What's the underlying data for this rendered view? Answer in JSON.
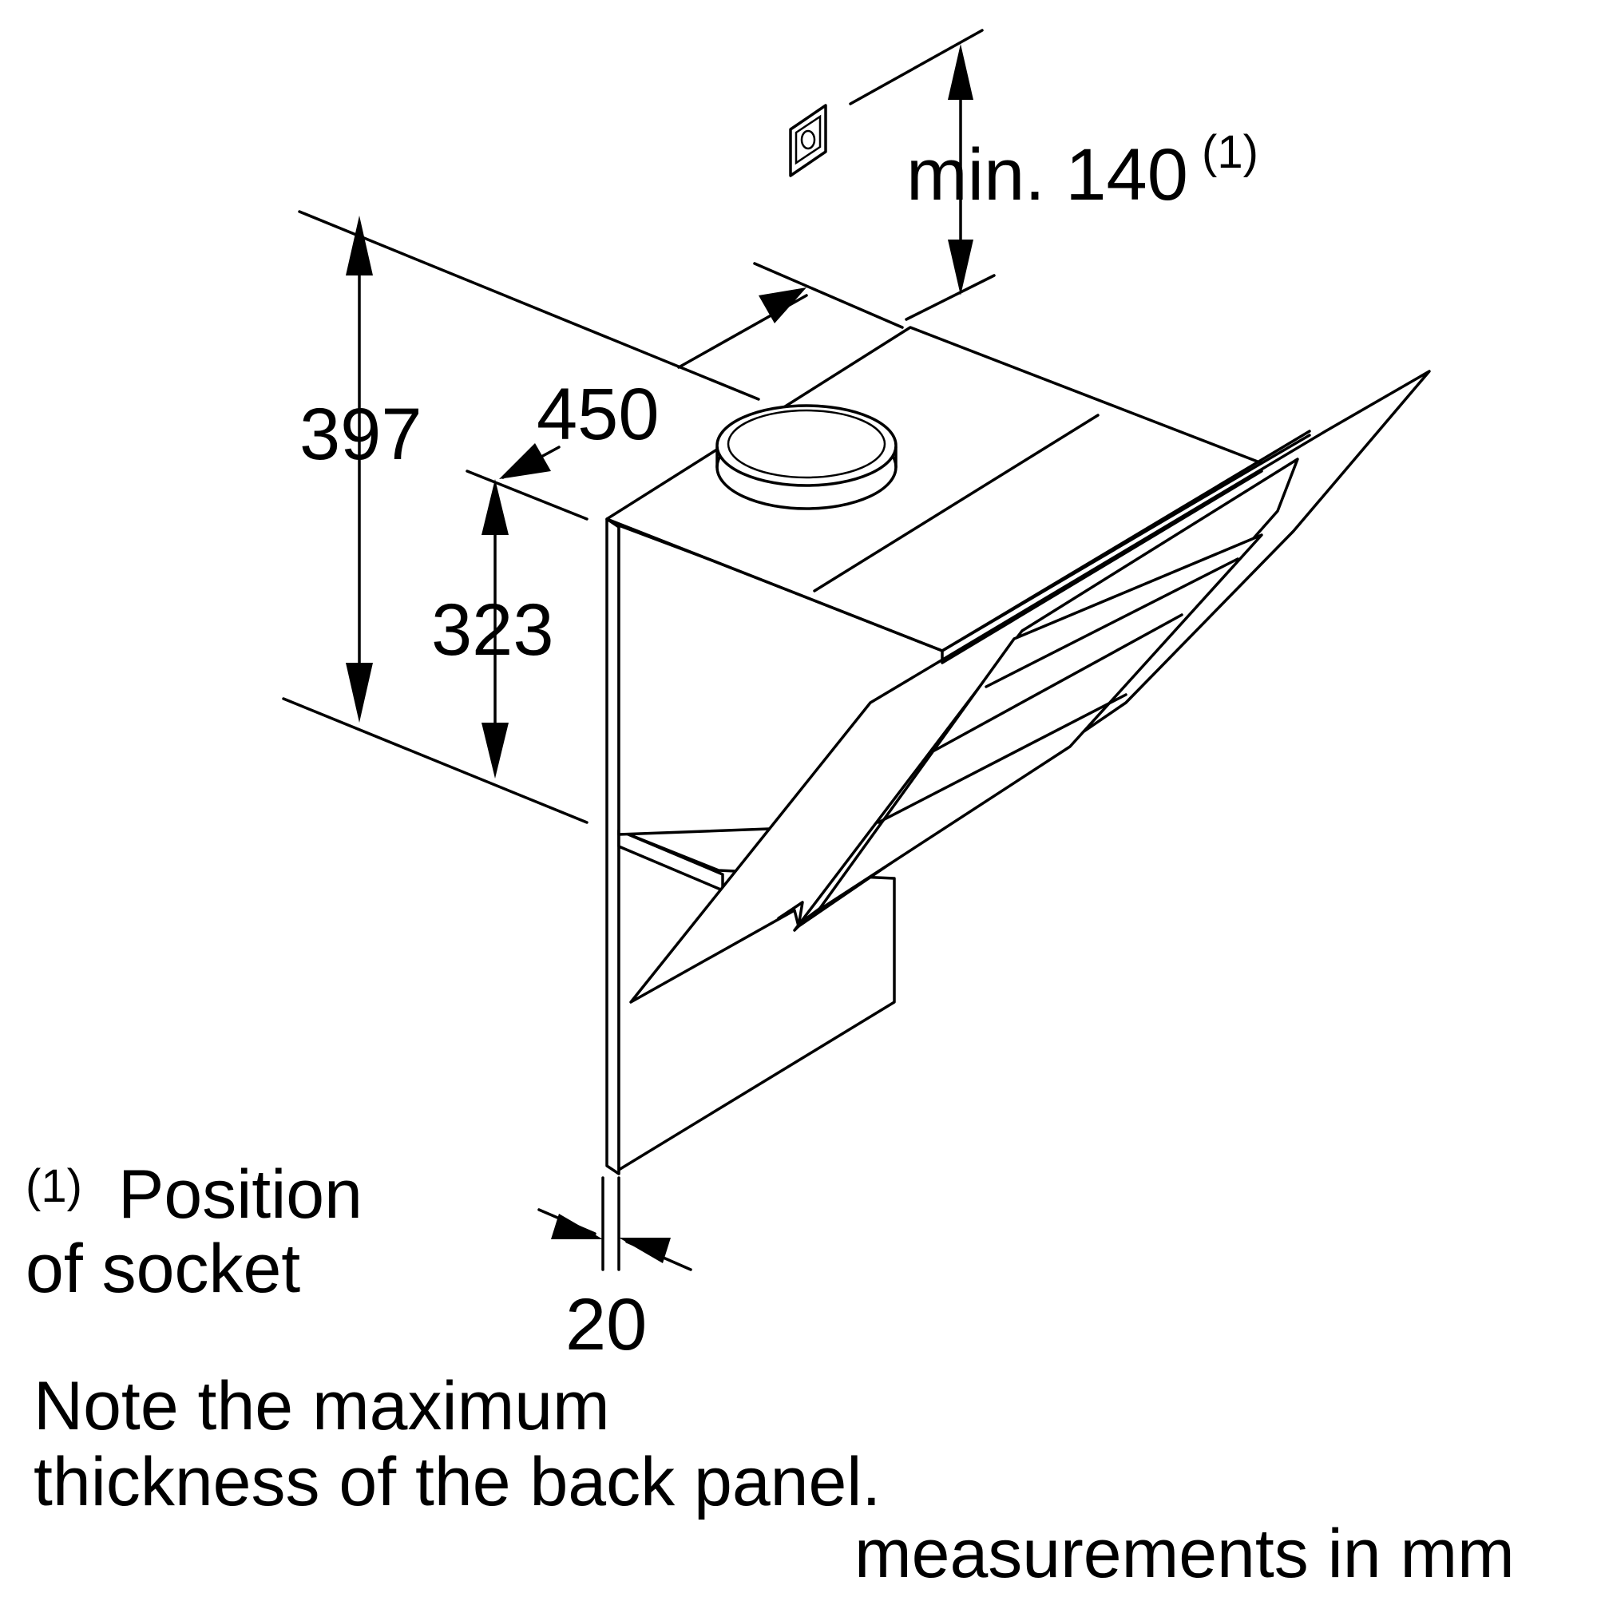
{
  "dimensions": {
    "socket_min_height": "min. 140",
    "socket_footnote_ref": "(1)",
    "total_height": "397",
    "depth": "450",
    "body_height": "323",
    "panel_thickness": "20"
  },
  "footnote": {
    "marker": "(1)",
    "line1": "Position",
    "line2": "of socket"
  },
  "note": {
    "line1": "Note the maximum",
    "line2": "thickness of the back panel."
  },
  "units": "measurements in mm"
}
